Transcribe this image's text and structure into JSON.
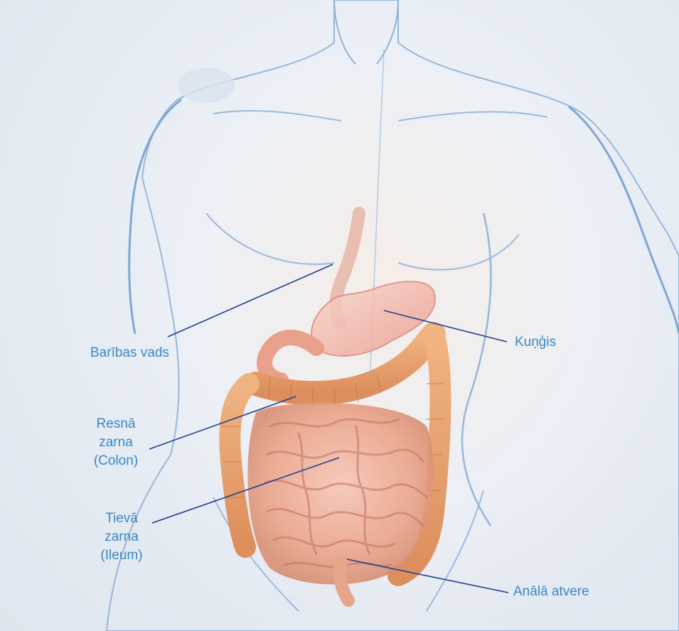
{
  "labels": {
    "esophagus": "Barības vads",
    "stomach": "Kuņģis",
    "colon": "Resnā\nzarna\n(Colon)",
    "small_intestine": "Tievā\nzarna\n(Ileum)",
    "anus": "Anālā atvere"
  },
  "colors": {
    "label_text": "#3b86c4",
    "leader_line": "#1f3f8f",
    "body_sketch": "#7fa6d3",
    "intestine": "#eaa489",
    "colon": "#e69c67",
    "background": "#e9eef5"
  }
}
